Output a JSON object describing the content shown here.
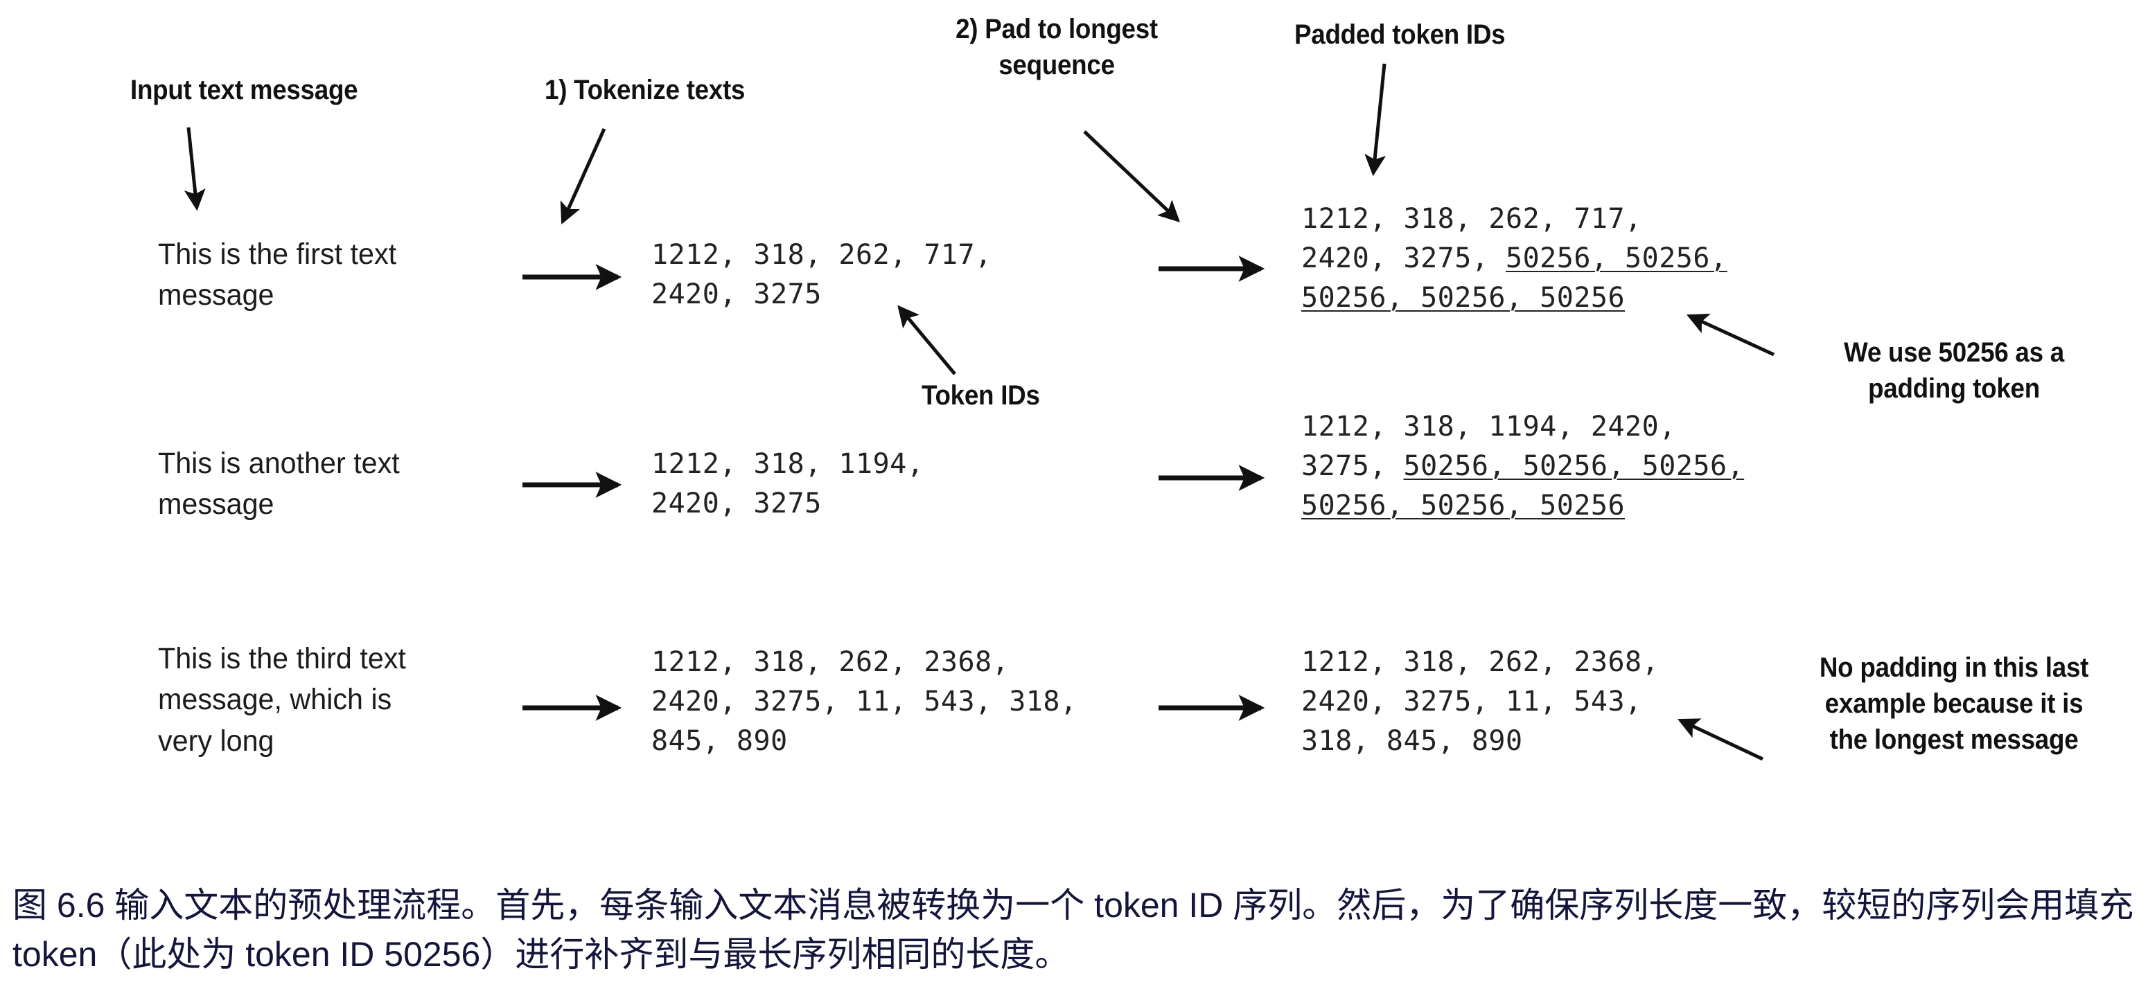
{
  "figure": {
    "title_labels": {
      "input_text_message": "Input text message",
      "tokenize_texts": "1) Tokenize texts",
      "pad_to_longest": "2) Pad to longest\nsequence",
      "padded_token_ids": "Padded token IDs",
      "token_ids": "Token IDs"
    },
    "callouts": {
      "padding_note": "We use 50256 as a\npadding token",
      "no_padding_note": "No padding in this last\nexample because it is\nthe longest message"
    },
    "padding_token_id": "50256",
    "rows": [
      {
        "message": "This is the first text\nmessage",
        "token_ids": "1212, 318, 262, 717,\n2420, 3275",
        "padded_prefix": "1212, 318, 262, 717,\n2420, 3275, ",
        "padded_pad_part_1": "50256, 50256,",
        "padded_pad_part_2": "50256, 50256, 50256"
      },
      {
        "message": "This is another text\nmessage",
        "token_ids": "1212, 318, 1194,\n2420, 3275",
        "padded_prefix": "1212, 318, 1194, 2420,\n3275, ",
        "padded_pad_part_1": "50256, 50256, 50256,",
        "padded_pad_part_2": "50256, 50256, 50256"
      },
      {
        "message": "This is the third text\nmessage, which is\nvery long",
        "token_ids": "1212, 318, 262, 2368,\n2420, 3275, 11, 543, 318,\n845, 890",
        "padded_prefix": "1212, 318, 262, 2368,\n2420, 3275, 11, 543,\n318, 845, 890",
        "padded_pad_part_1": "",
        "padded_pad_part_2": ""
      }
    ]
  },
  "caption": {
    "text": "图 6.6 输入文本的预处理流程。首先，每条输入文本消息被转换为一个 token ID 序列。然后，为了确保序列长度一致，较短的序列会用填充 token（此处为 token ID 50256）进行补齐到与最长序列相同的长度。",
    "color": "#15153c"
  },
  "colors": {
    "background": "#ffffff",
    "ink": "#111111",
    "body_text": "#1b1b1b",
    "mono_text": "#222222",
    "caption": "#15153c"
  }
}
